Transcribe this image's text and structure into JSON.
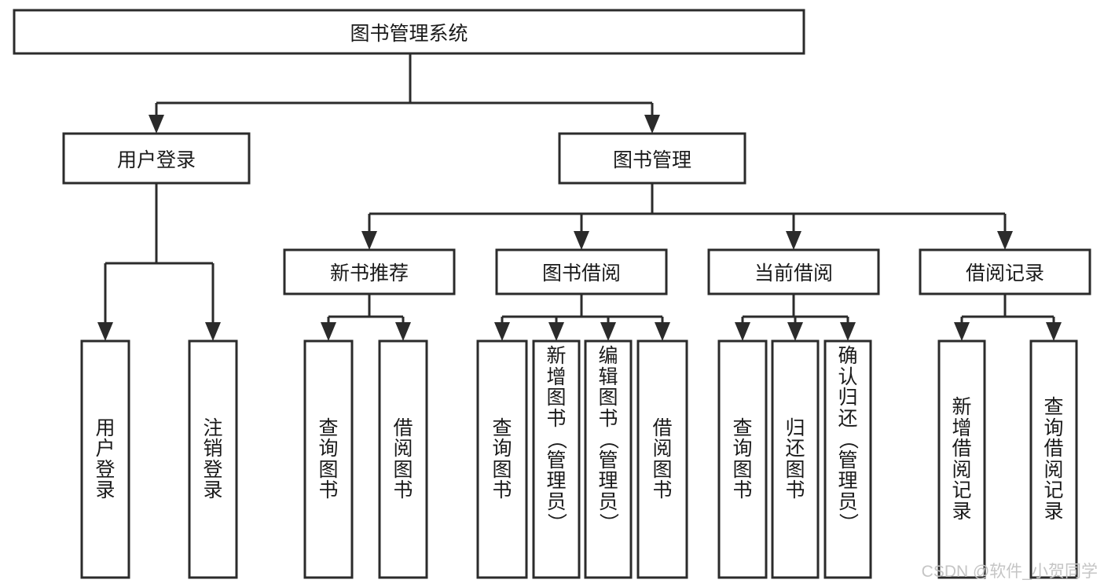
{
  "diagram": {
    "type": "tree-hierarchy",
    "title": "图书管理系统",
    "root": {
      "id": "root",
      "label": "图书管理系统",
      "orientation": "horizontal"
    },
    "level2": [
      {
        "id": "user-login",
        "label": "用户登录",
        "orientation": "horizontal"
      },
      {
        "id": "book-manage",
        "label": "图书管理",
        "orientation": "horizontal"
      }
    ],
    "level3": [
      {
        "id": "new-book-recommend",
        "label": "新书推荐",
        "orientation": "horizontal",
        "parent": "book-manage"
      },
      {
        "id": "book-borrow",
        "label": "图书借阅",
        "orientation": "horizontal",
        "parent": "book-manage"
      },
      {
        "id": "current-borrow",
        "label": "当前借阅",
        "orientation": "horizontal",
        "parent": "book-manage"
      },
      {
        "id": "borrow-record",
        "label": "借阅记录",
        "orientation": "horizontal",
        "parent": "book-manage"
      }
    ],
    "leaves": {
      "user-login": [
        {
          "id": "leaf-user-login",
          "label": "用户登录",
          "orientation": "vertical"
        },
        {
          "id": "leaf-logout-login",
          "label": "注销登录",
          "orientation": "vertical"
        }
      ],
      "new-book-recommend": [
        {
          "id": "leaf-query-book-1",
          "label": "查询图书",
          "orientation": "vertical"
        },
        {
          "id": "leaf-borrow-book-1",
          "label": "借阅图书",
          "orientation": "vertical"
        }
      ],
      "book-borrow": [
        {
          "id": "leaf-query-book-2",
          "label": "查询图书",
          "orientation": "vertical"
        },
        {
          "id": "leaf-add-book",
          "label": "新增图书（管理员）",
          "orientation": "vertical"
        },
        {
          "id": "leaf-edit-book",
          "label": "编辑图书（管理员）",
          "orientation": "vertical"
        },
        {
          "id": "leaf-borrow-book-2",
          "label": "借阅图书",
          "orientation": "vertical"
        }
      ],
      "current-borrow": [
        {
          "id": "leaf-query-book-3",
          "label": "查询图书",
          "orientation": "vertical"
        },
        {
          "id": "leaf-return-book",
          "label": "归还图书",
          "orientation": "vertical"
        },
        {
          "id": "leaf-confirm-return",
          "label": "确认归还（管理员）",
          "orientation": "vertical"
        }
      ],
      "borrow-record": [
        {
          "id": "leaf-add-record",
          "label": "新增借阅记录",
          "orientation": "vertical"
        },
        {
          "id": "leaf-query-record",
          "label": "查询借阅记录",
          "orientation": "vertical"
        }
      ]
    },
    "colors": {
      "background": "#ffffff",
      "box_fill": "#ffffff",
      "box_stroke": "#2b2b2b",
      "text": "#1a1a1a",
      "connector": "#2b2b2b",
      "watermark": "#c5c5c5"
    }
  },
  "watermark": {
    "text": "CSDN @软件_小贺同学"
  },
  "labels": {
    "root": "图书管理系统",
    "l2_user_login": "用户登录",
    "l2_book_manage": "图书管理",
    "l3_new_book": "新书推荐",
    "l3_book_borrow": "图书借阅",
    "l3_current_borrow": "当前借阅",
    "l3_borrow_record": "借阅记录",
    "leaf_user_login": "用户登录",
    "leaf_logout_login": "注销登录",
    "leaf_query_book_1": "查询图书",
    "leaf_borrow_book_1": "借阅图书",
    "leaf_query_book_2": "查询图书",
    "leaf_add_book": "新增图书（管理员）",
    "leaf_edit_book": "编辑图书（管理员）",
    "leaf_borrow_book_2": "借阅图书",
    "leaf_query_book_3": "查询图书",
    "leaf_return_book": "归还图书",
    "leaf_confirm_return": "确认归还（管理员）",
    "leaf_add_record": "新增借阅记录",
    "leaf_query_record": "查询借阅记录"
  }
}
